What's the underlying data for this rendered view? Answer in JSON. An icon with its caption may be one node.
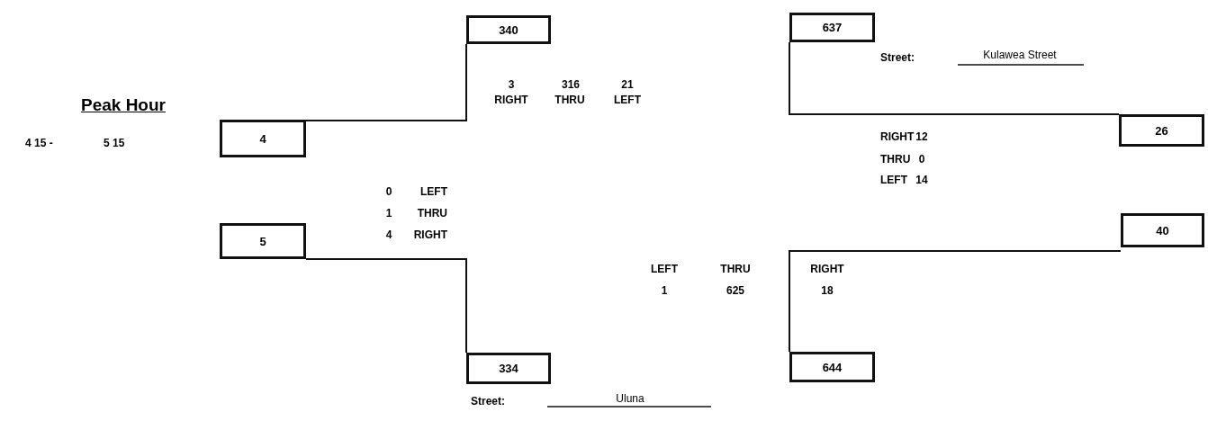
{
  "diagram": {
    "title": "Peak Hour",
    "nodes": [
      {
        "text": [
          "340"
        ]
      },
      {
        "text": [
          "637"
        ]
      },
      {
        "text": [
          "4"
        ]
      },
      {
        "text": [
          "26"
        ]
      },
      {
        "text": [
          "5"
        ]
      },
      {
        "text": [
          "40"
        ]
      },
      {
        "text": [
          "334"
        ]
      },
      {
        "text": [
          "644"
        ]
      }
    ],
    "edges": [
      {
        "from": 2,
        "to": 0,
        "arrow": "none"
      },
      {
        "from": 1,
        "to": 3,
        "arrow": "none"
      },
      {
        "from": 4,
        "to": 6,
        "arrow": "none"
      },
      {
        "from": 7,
        "to": 5,
        "arrow": "none"
      }
    ],
    "labels": [
      "Street:",
      "Kulawea Street",
      "3",
      "316",
      "21",
      "RIGHT",
      "THRU",
      "LEFT",
      "4 15 -",
      "5 15",
      "RIGHT",
      "12",
      "THRU",
      "0",
      "LEFT",
      "14",
      "0",
      "LEFT",
      "1",
      "THRU",
      "4",
      "RIGHT",
      "LEFT",
      "THRU",
      "RIGHT",
      "1",
      "625",
      "18",
      "Street:",
      "Uluna"
    ]
  }
}
